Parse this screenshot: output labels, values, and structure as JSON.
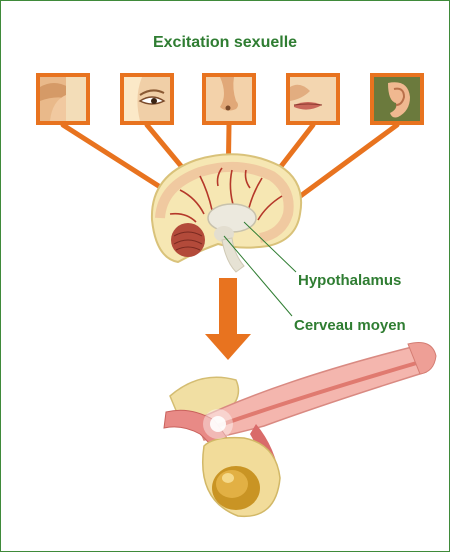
{
  "title": "Excitation sexuelle",
  "senses": [
    {
      "name": "touch"
    },
    {
      "name": "sight"
    },
    {
      "name": "smell"
    },
    {
      "name": "taste"
    },
    {
      "name": "hearing"
    }
  ],
  "labels": {
    "hypothalamus": "Hypothalamus",
    "midbrain": "Cerveau moyen"
  },
  "colors": {
    "frame": "#3f8a3a",
    "title": "#2f7d32",
    "arrow": "#e8731f",
    "skin": "#f6d9b3"
  }
}
